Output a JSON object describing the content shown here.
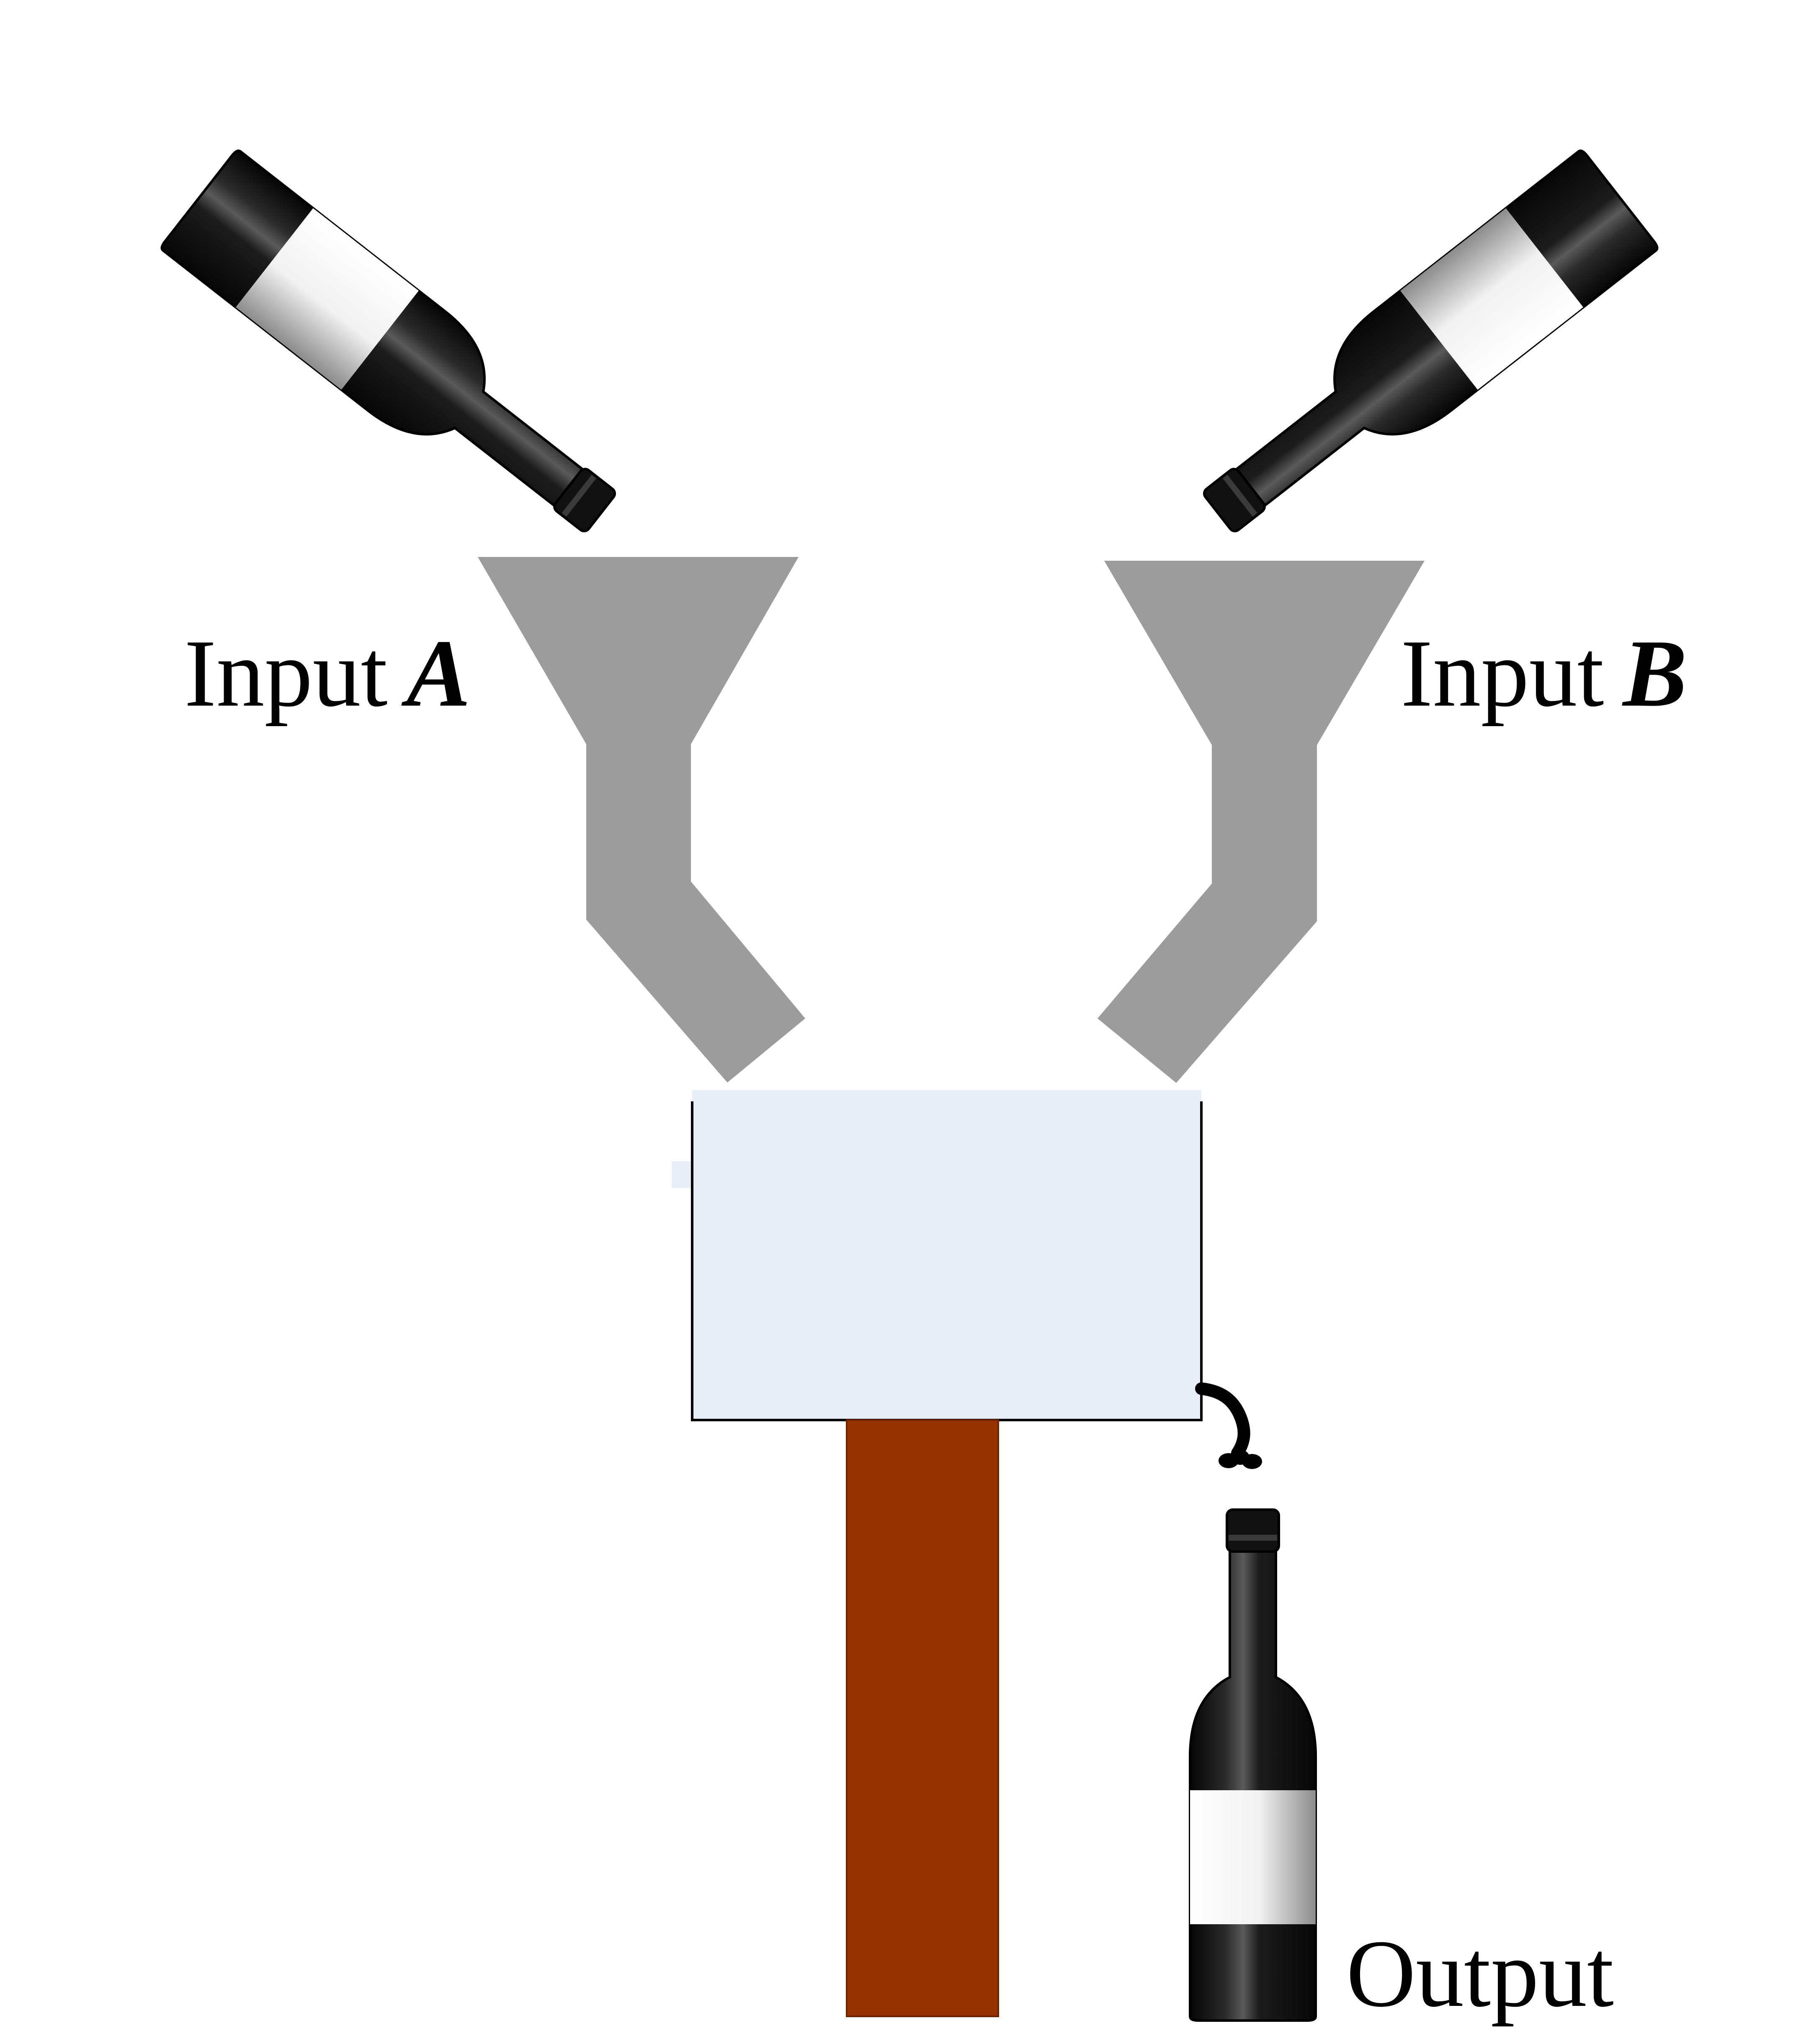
{
  "labels": {
    "input_a_word": "Input",
    "input_a_letter": "A",
    "input_b_word": "Input",
    "input_b_letter": "B",
    "output": "Output"
  },
  "colors": {
    "funnel": "#9c9c9c",
    "vessel_fill": "#e7eef8",
    "vessel_outline": "#000000",
    "stand": "#963200",
    "bottle_glass": "#141414",
    "bottle_label": "#f4f4f4",
    "text": "#000000"
  },
  "icons": {
    "input_a_bottle": "wine-bottle-icon",
    "input_b_bottle": "wine-bottle-icon",
    "output_bottle": "wine-bottle-icon",
    "tap": "spout-icon"
  }
}
